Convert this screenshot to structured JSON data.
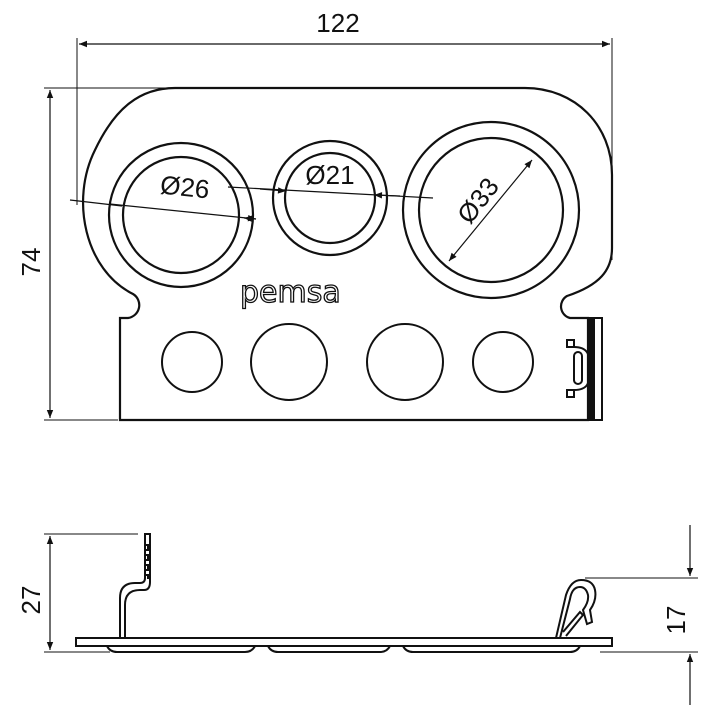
{
  "drawing": {
    "logo_text": "pemsa",
    "dimensions": {
      "overall_width": "122",
      "overall_height": "74",
      "hole_small": "Ø26",
      "hole_middle": "Ø21",
      "hole_large": "Ø33",
      "side_height_left": "27",
      "side_height_right": "17"
    },
    "colors": {
      "line": "#111111",
      "background": "#ffffff"
    }
  }
}
